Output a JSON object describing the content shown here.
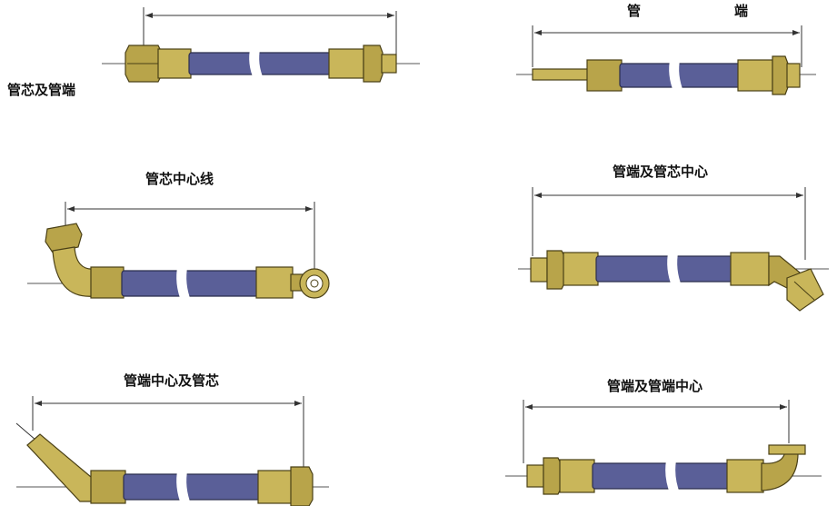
{
  "labels": {
    "core_and_end": "管芯及管端",
    "end_char1": "管",
    "end_char2": "端",
    "core_centerline": "管芯中心线",
    "end_and_core_center": "管端及管芯中心",
    "end_center_and_core": "管端中心及管芯",
    "end_and_end_center": "管端及管端中心"
  },
  "colors": {
    "hose": "#5a5f98",
    "fitting": "#b8a44a",
    "line": "#333333"
  }
}
